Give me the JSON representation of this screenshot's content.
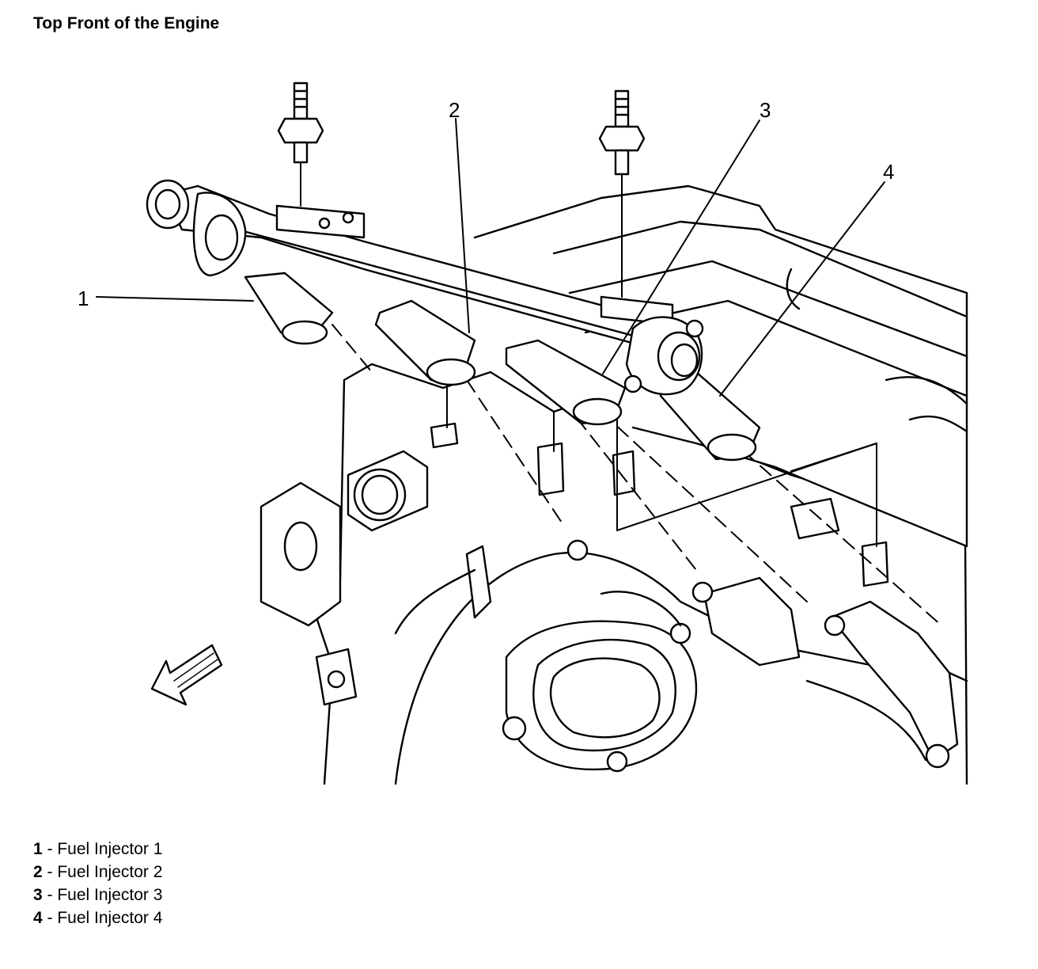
{
  "title": "Top Front of the Engine",
  "callouts": [
    "1",
    "2",
    "3",
    "4"
  ],
  "legend": [
    {
      "num": "1",
      "sep": " - ",
      "label": "Fuel Injector 1"
    },
    {
      "num": "2",
      "sep": " - ",
      "label": "Fuel Injector 2"
    },
    {
      "num": "3",
      "sep": " - ",
      "label": "Fuel Injector 3"
    },
    {
      "num": "4",
      "sep": " - ",
      "label": "Fuel Injector 4"
    }
  ],
  "colors": {
    "line": "#000000",
    "fill": "#ffffff"
  }
}
